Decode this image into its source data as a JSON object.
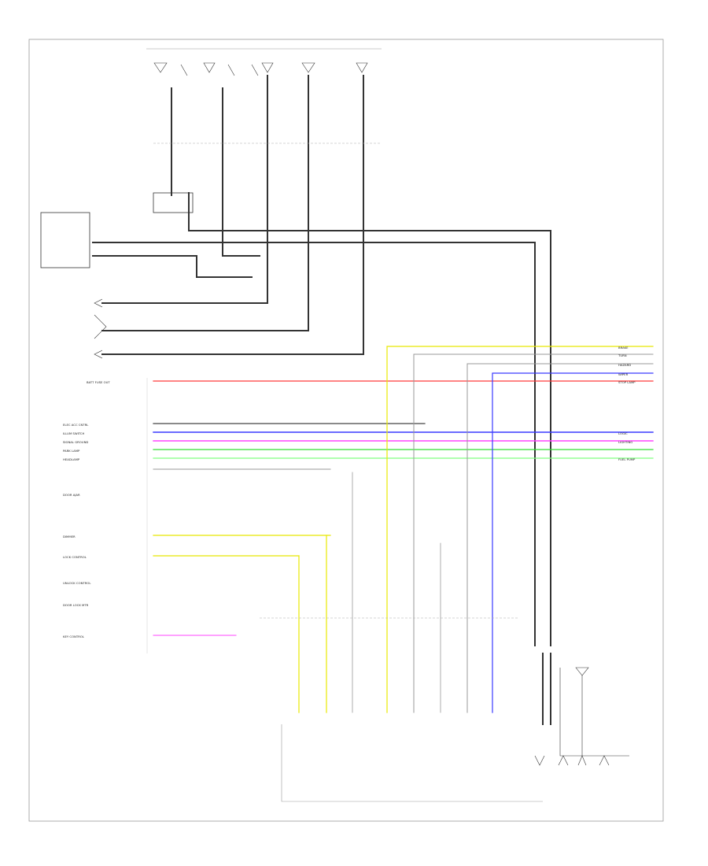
{
  "diagram": {
    "frame_label": "",
    "page_code": "",
    "top_connector": "",
    "bottom_module": "",
    "left_labels": [
      "BATT FUSE OUT",
      "ELEC ACC CNTRL",
      "ILLUM SWITCH",
      "SIGNAL GROUND",
      "PARK LAMP",
      "HEADLAMP",
      "DOOR AJAR",
      "DIMMER",
      "LOCK CONTROL",
      "UNLOCK CONTROL",
      "DOOR LOCK MTR",
      "KEY CONTROL"
    ],
    "right_labels": [
      "BRAKE",
      "TURN",
      "HAZARD",
      "WIPER",
      "STOP LAMP",
      "LOGIC",
      "LIGHTING",
      "FUEL PUMP"
    ],
    "wire_colors": {
      "black": "#222222",
      "red": "#ff3b3b",
      "blue": "#3a3aff",
      "pink": "#ff44ff",
      "green": "#33dd33",
      "yellow": "#e8e800",
      "gray": "#888888",
      "light_green": "#7fff7f"
    }
  }
}
